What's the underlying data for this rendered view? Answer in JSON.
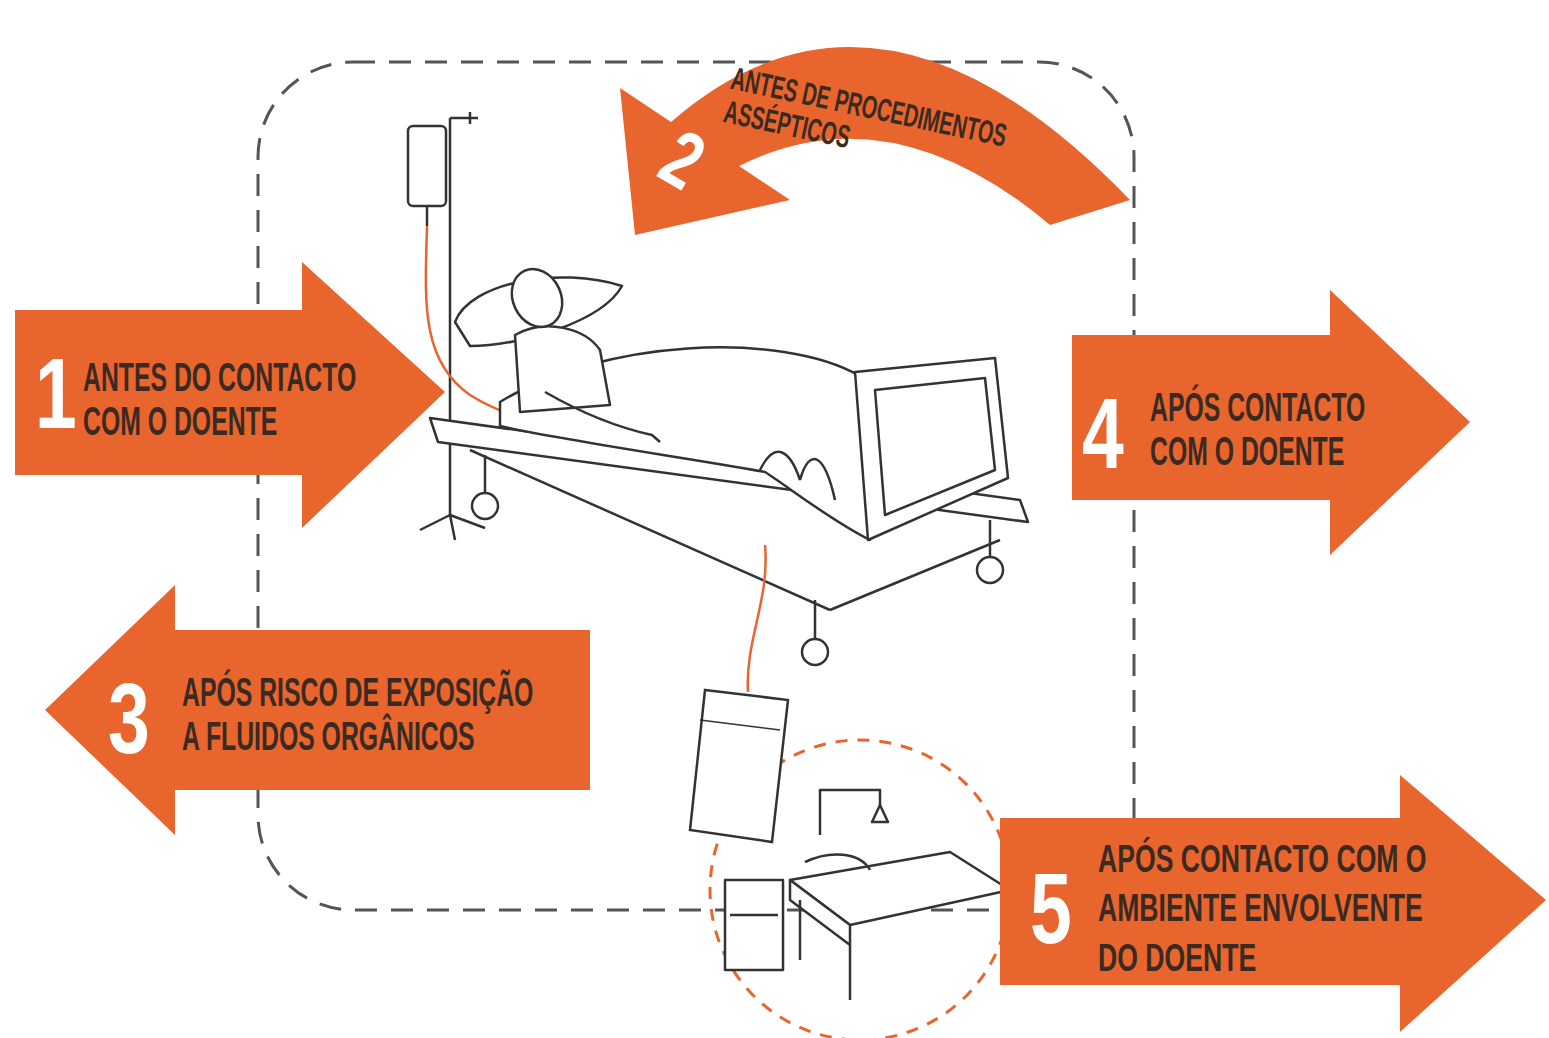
{
  "diagram": {
    "nodes": [
      {
        "text": [
          "1",
          "ANTES DO CONTACTO COM O DOENTE"
        ]
      },
      {
        "text": [
          "2",
          "ANTES DE PROCEDIMENTOS ASSÉPTICOS"
        ]
      },
      {
        "text": [
          "3",
          "APÓS RISCO DE EXPOSIÇÃO A FLUIDOS ORGÂNICOS"
        ]
      },
      {
        "text": [
          "4",
          "APÓS CONTACTO COM O DOENTE"
        ]
      },
      {
        "text": [
          "5",
          "APÓS CONTACTO COM O AMBIENTE ENVOLVENTE DO DOENTE"
        ]
      }
    ]
  }
}
